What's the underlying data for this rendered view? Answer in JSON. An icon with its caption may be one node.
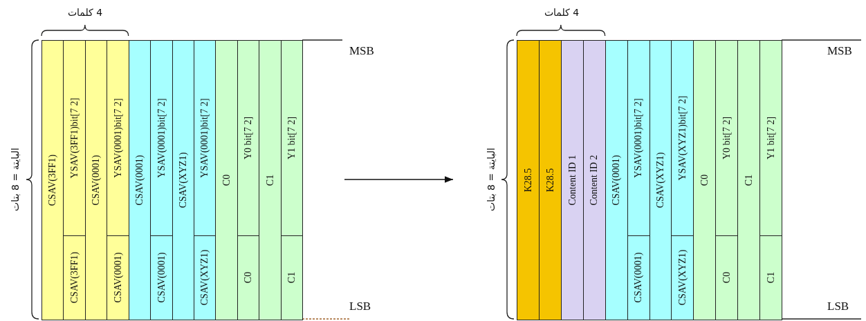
{
  "diagram": {
    "nodes": [
      {
        "text": [
          "CSAV(3FF1)"
        ]
      },
      {
        "text": [
          "YSAV(3FF1)bit[7 2]"
        ]
      },
      {
        "text": [
          "CSAV(3FF1)"
        ]
      },
      {
        "text": [
          "CSAV(0001)"
        ]
      },
      {
        "text": [
          "YSAV(0001)bit[7 2]"
        ]
      },
      {
        "text": [
          "CSAV(0001)"
        ]
      },
      {
        "text": [
          "CSAV(0001)"
        ]
      },
      {
        "text": [
          "YSAV(0001)bit[7 2]"
        ]
      },
      {
        "text": [
          "CSAV(0001)"
        ]
      },
      {
        "text": [
          "CSAV(XYZ1)"
        ]
      },
      {
        "text": [
          "YSAV(0001)bit[7 2]"
        ]
      },
      {
        "text": [
          "CSAV(XYZ1)"
        ]
      },
      {
        "text": [
          "C0"
        ]
      },
      {
        "text": [
          "Y0 bit[7 2]"
        ]
      },
      {
        "text": [
          "C0"
        ]
      },
      {
        "text": [
          "C1"
        ]
      },
      {
        "text": [
          "Y1 bit[7 2]"
        ]
      },
      {
        "text": [
          "C1"
        ]
      },
      {
        "text": [
          "K28.5"
        ]
      },
      {
        "text": [
          "K28.5"
        ]
      },
      {
        "text": [
          "Content ID 1"
        ]
      },
      {
        "text": [
          "Content ID 2"
        ]
      },
      {
        "text": [
          "CSAV(0001)"
        ]
      },
      {
        "text": [
          "YSAV(0001)bit[7 2]"
        ]
      },
      {
        "text": [
          "CSAV(0001)"
        ]
      },
      {
        "text": [
          "CSAV(XYZ1)"
        ]
      },
      {
        "text": [
          "YSAV(XYZ1)bit[7 2]"
        ]
      },
      {
        "text": [
          "CSAV(XYZ1)"
        ]
      },
      {
        "text": [
          "C0"
        ]
      },
      {
        "text": [
          "Y0 bit[7 2]"
        ]
      },
      {
        "text": [
          "C0"
        ]
      },
      {
        "text": [
          "C1"
        ]
      },
      {
        "text": [
          "Y1 bit[7 2]"
        ]
      },
      {
        "text": [
          "C1"
        ]
      }
    ],
    "labels": [
      "4 كلمات",
      "البايتة = 8 بتات",
      "MSB",
      "LSB",
      "4 كلمات",
      "البايتة = 8 بتات",
      "MSB",
      "LSB"
    ]
  }
}
